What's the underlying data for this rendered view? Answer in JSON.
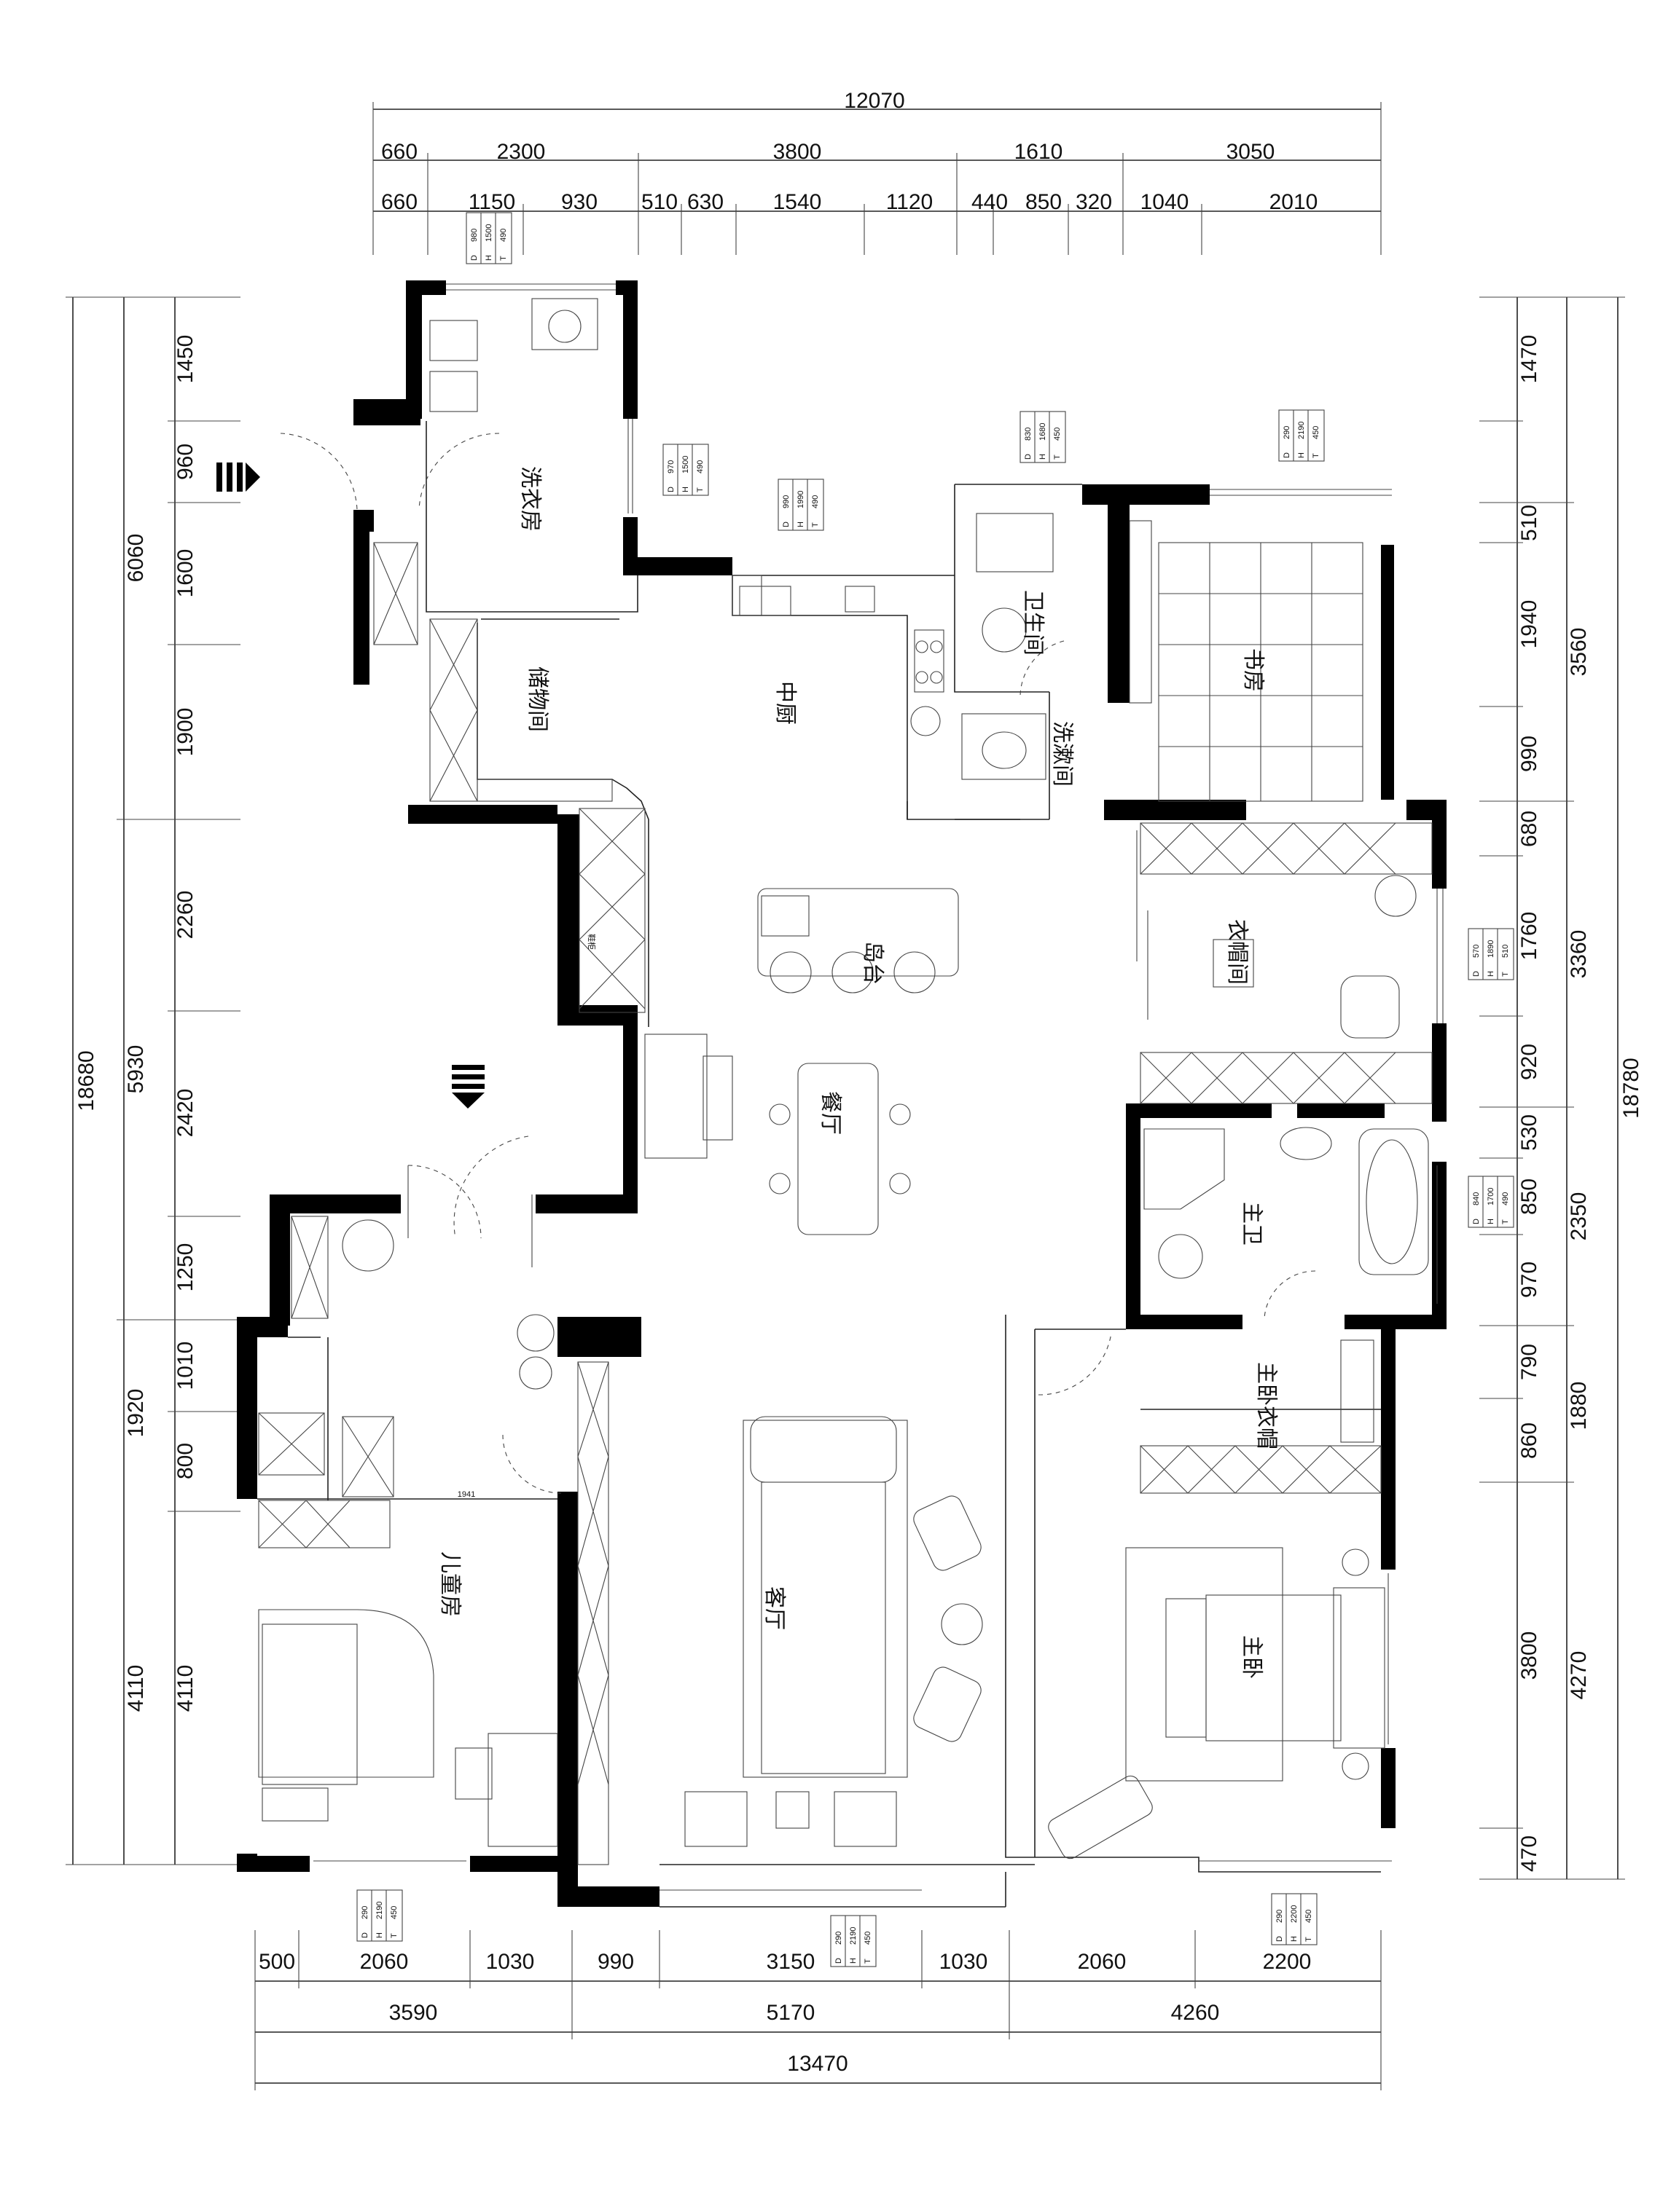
{
  "dimensions": {
    "top_total": "12070",
    "top_row1": [
      "660",
      "2300",
      "3800",
      "1610",
      "3050"
    ],
    "top_row2": [
      "660",
      "1150",
      "930",
      "510",
      "630",
      "1540",
      "1120",
      "440",
      "850",
      "320",
      "1040",
      "2010"
    ],
    "bottom_row1": [
      "500",
      "2060",
      "1030",
      "990",
      "3150",
      "1030",
      "2060",
      "2200"
    ],
    "bottom_row2": [
      "3590",
      "5170",
      "4260"
    ],
    "bottom_total": "13470",
    "left_total": "18680",
    "left_group": [
      "6060",
      "5930"
    ],
    "left_detail": [
      "1450",
      "960",
      "1600",
      "1900",
      "2260",
      "2420",
      "1250",
      "1010",
      "800",
      "1920",
      "4110",
      "4110"
    ],
    "right_total": "18780",
    "right_group": [
      "3560",
      "3360",
      "2350",
      "1880",
      "4270"
    ],
    "right_detail": [
      "1470",
      "510",
      "1940",
      "990",
      "680",
      "1760",
      "920",
      "530",
      "850",
      "970",
      "790",
      "860",
      "3800",
      "470"
    ]
  },
  "rooms": {
    "laundry": "洗衣房",
    "storage": "储物间",
    "kitchen": "中厨",
    "bath": "卫生间",
    "wash": "洗漱间",
    "study": "书房",
    "island": "岛台",
    "closet": "衣帽间",
    "dining": "餐厅",
    "master_bath": "主卫",
    "master_closet": "主卧衣帽",
    "kids": "儿童房",
    "living": "客厅",
    "master_bed": "主卧"
  },
  "windows": [
    {
      "id": "w1",
      "T": "490",
      "H": "1500",
      "D": "980"
    },
    {
      "id": "w2",
      "T": "490",
      "H": "1500",
      "D": "970"
    },
    {
      "id": "w3",
      "T": "490",
      "H": "1990",
      "D": "990"
    },
    {
      "id": "w4",
      "T": "450",
      "H": "1680",
      "D": "830"
    },
    {
      "id": "w5",
      "T": "450",
      "H": "2190",
      "D": "290"
    },
    {
      "id": "w6",
      "T": "510",
      "H": "1890",
      "D": "570"
    },
    {
      "id": "w7",
      "T": "490",
      "H": "1700",
      "D": "840"
    },
    {
      "id": "w8",
      "T": "450",
      "H": "2190",
      "D": "290"
    },
    {
      "id": "w9",
      "T": "450",
      "H": "2190",
      "D": "290"
    },
    {
      "id": "w10",
      "T": "450",
      "H": "2200",
      "D": "290"
    }
  ],
  "labels": {
    "bed_width": "1941",
    "shoe": "鞋柜"
  }
}
